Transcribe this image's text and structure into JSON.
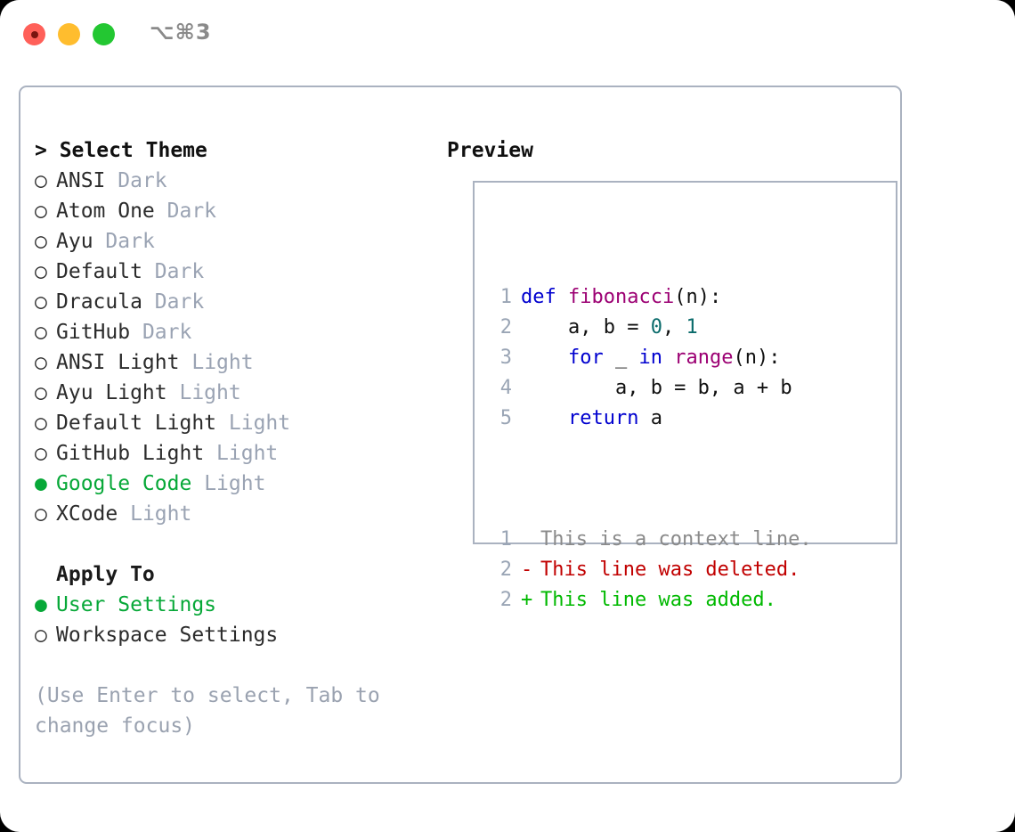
{
  "titlebar": {
    "shortcut": "⌥⌘3",
    "lights": [
      {
        "name": "close",
        "color": "#ff6059"
      },
      {
        "name": "minimize",
        "color": "#ffbd2e"
      },
      {
        "name": "maximize",
        "color": "#23c732"
      }
    ]
  },
  "theme_picker": {
    "heading": "> Select Theme",
    "marker_selected": "●",
    "marker_unselected": "○",
    "accent_color": "#07a838",
    "badge_color": "#9aa3b3",
    "options": [
      {
        "label": "ANSI",
        "badge": "Dark",
        "selected": false
      },
      {
        "label": "Atom One",
        "badge": "Dark",
        "selected": false
      },
      {
        "label": "Ayu",
        "badge": "Dark",
        "selected": false
      },
      {
        "label": "Default",
        "badge": "Dark",
        "selected": false
      },
      {
        "label": "Dracula",
        "badge": "Dark",
        "selected": false
      },
      {
        "label": "GitHub",
        "badge": "Dark",
        "selected": false
      },
      {
        "label": "ANSI Light",
        "badge": "Light",
        "selected": false
      },
      {
        "label": "Ayu Light",
        "badge": "Light",
        "selected": false
      },
      {
        "label": "Default Light",
        "badge": "Light",
        "selected": false
      },
      {
        "label": "GitHub Light",
        "badge": "Light",
        "selected": false
      },
      {
        "label": "Google Code",
        "badge": "Light",
        "selected": true
      },
      {
        "label": "XCode",
        "badge": "Light",
        "selected": false
      }
    ]
  },
  "apply_to": {
    "heading": "Apply To",
    "options": [
      {
        "label": "User Settings",
        "selected": true
      },
      {
        "label": "Workspace Settings",
        "selected": false
      }
    ]
  },
  "hint": "(Use Enter to select, Tab to change focus)",
  "preview": {
    "title": "Preview",
    "code_lines": [
      {
        "num": "1",
        "tokens": [
          {
            "t": "def",
            "c": "kw"
          },
          {
            "t": " ",
            "c": "txt"
          },
          {
            "t": "fibonacci",
            "c": "fn"
          },
          {
            "t": "(n):",
            "c": "txt"
          }
        ]
      },
      {
        "num": "2",
        "tokens": [
          {
            "t": "    a, b = ",
            "c": "txt"
          },
          {
            "t": "0",
            "c": "num"
          },
          {
            "t": ", ",
            "c": "txt"
          },
          {
            "t": "1",
            "c": "num"
          }
        ]
      },
      {
        "num": "3",
        "tokens": [
          {
            "t": "    ",
            "c": "txt"
          },
          {
            "t": "for",
            "c": "kw"
          },
          {
            "t": " _ ",
            "c": "txt"
          },
          {
            "t": "in",
            "c": "kw"
          },
          {
            "t": " ",
            "c": "txt"
          },
          {
            "t": "range",
            "c": "fn"
          },
          {
            "t": "(n):",
            "c": "txt"
          }
        ]
      },
      {
        "num": "4",
        "tokens": [
          {
            "t": "        a, b = b, a + b",
            "c": "txt"
          }
        ]
      },
      {
        "num": "5",
        "tokens": [
          {
            "t": "    ",
            "c": "txt"
          },
          {
            "t": "return",
            "c": "kw"
          },
          {
            "t": " a",
            "c": "txt"
          }
        ]
      }
    ],
    "diff_lines": [
      {
        "num": "1",
        "sign": " ",
        "text": "This is a context line.",
        "kind": "ctx"
      },
      {
        "num": "2",
        "sign": "-",
        "text": "This line was deleted.",
        "kind": "del"
      },
      {
        "num": "2",
        "sign": "+",
        "text": "This line was added.",
        "kind": "add"
      }
    ],
    "colors": {
      "keyword": "#0000cf",
      "function": "#9c0073",
      "number": "#0a6b6b",
      "plain": "#111111",
      "line_number": "#9aa5b5",
      "diff_context": "#8a8a8a",
      "diff_deleted": "#c10000",
      "diff_added": "#00b900"
    }
  }
}
